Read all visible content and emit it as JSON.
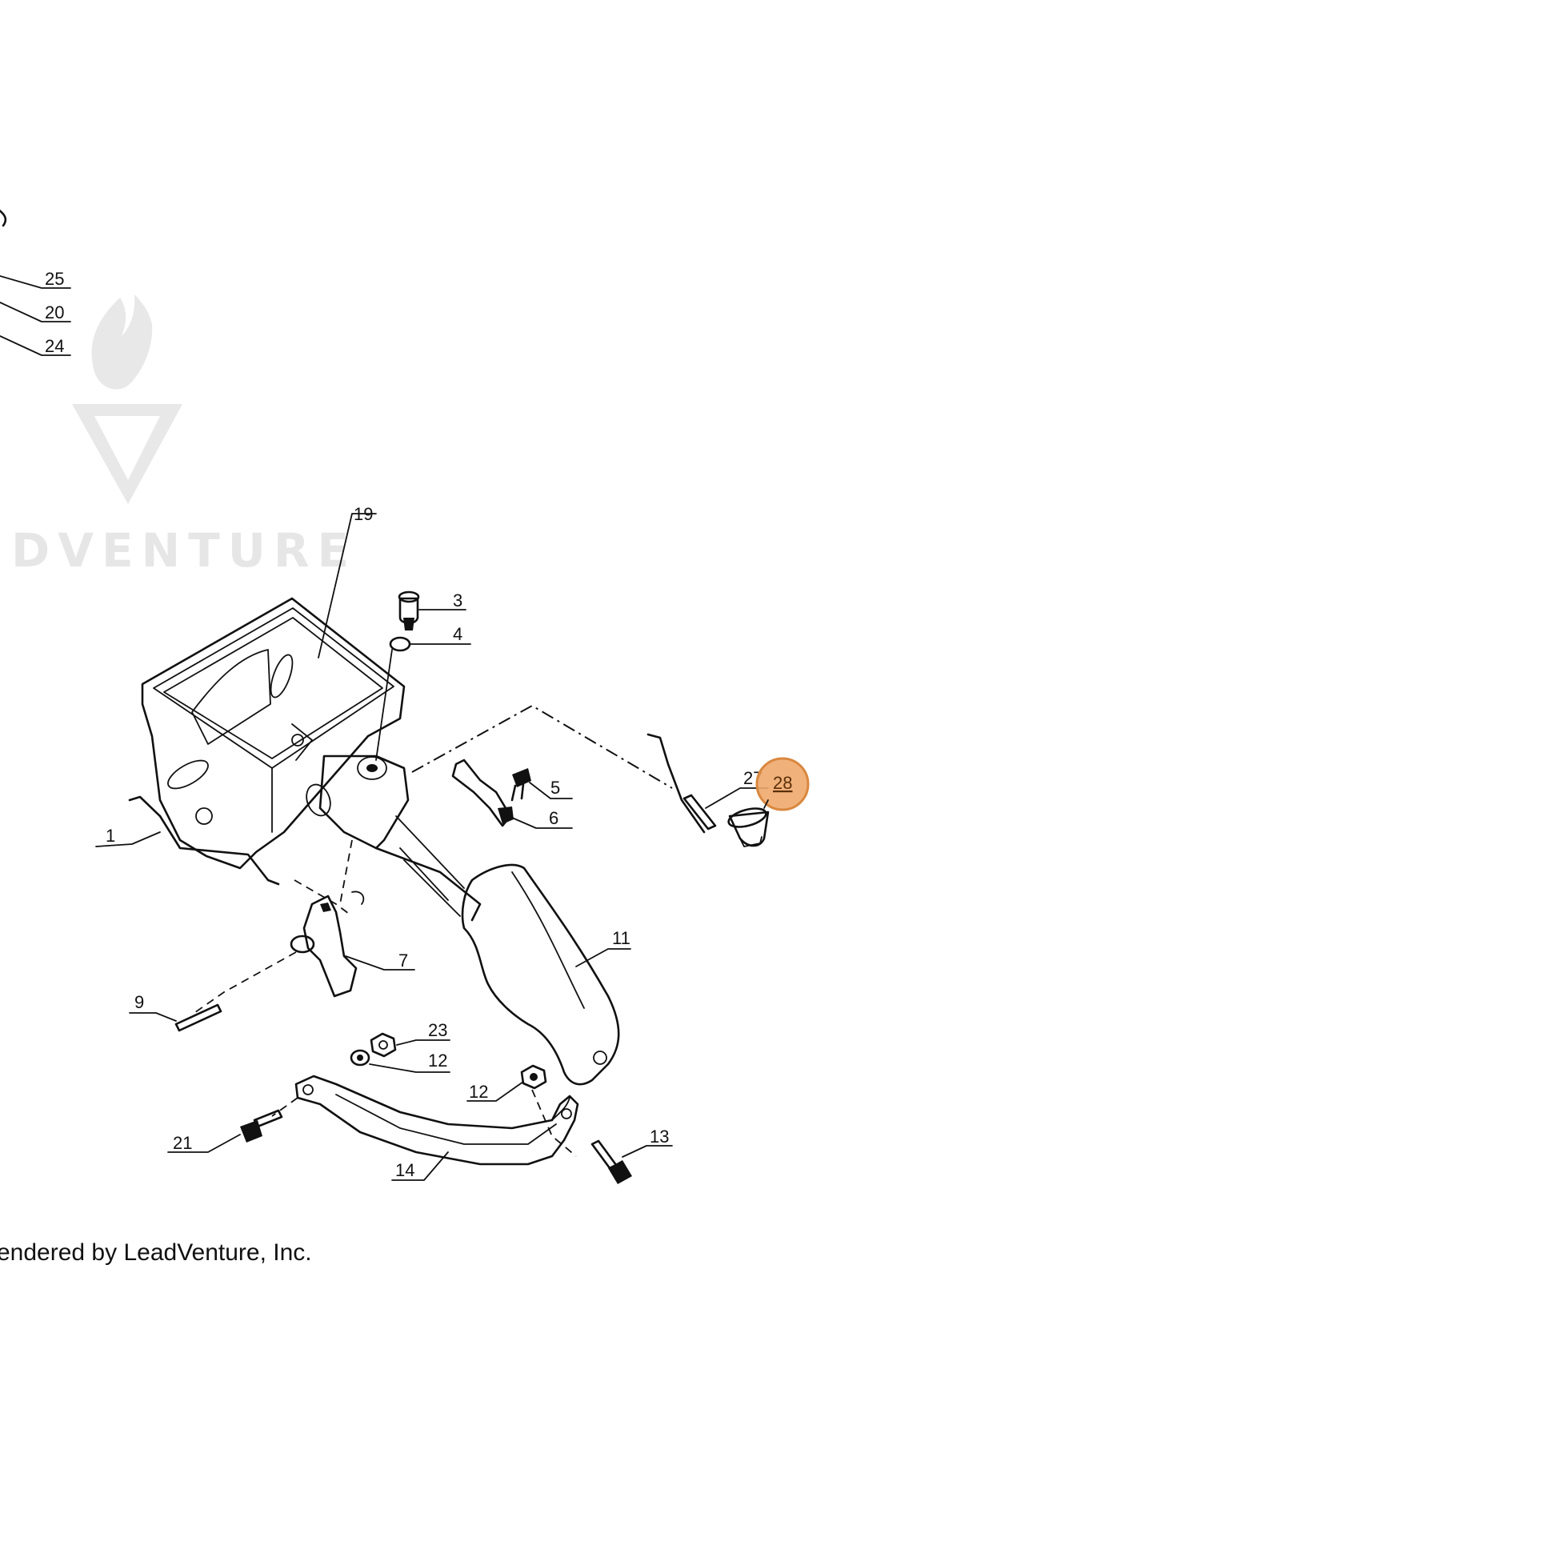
{
  "watermark": {
    "text": "DVENTURE"
  },
  "credit": "endered by LeadVenture, Inc.",
  "highlight": {
    "label": "28",
    "color": "#f0a86c",
    "border": "#d9883f"
  },
  "callouts": {
    "c25": "25",
    "c20": "20",
    "c24": "24",
    "c19": "19",
    "c3": "3",
    "c4": "4",
    "c27": "27",
    "c5": "5",
    "c6": "6",
    "c1": "1",
    "c11": "11",
    "c7": "7",
    "c9": "9",
    "c23": "23",
    "c12a": "12",
    "c12b": "12",
    "c13": "13",
    "c21": "21",
    "c14": "14"
  }
}
